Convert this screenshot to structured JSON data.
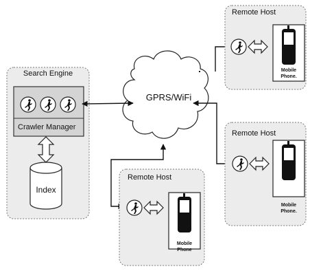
{
  "search_engine": {
    "title": "Search Engine",
    "crawler_manager": "Crawler Manager",
    "index": "Index"
  },
  "network": {
    "label": "GPRS/WiFi"
  },
  "remote_hosts": [
    {
      "title": "Remote Host",
      "phone_label": [
        "Mobile",
        "Phone."
      ]
    },
    {
      "title": "Remote Host",
      "phone_label": [
        "Mobile",
        "Phone."
      ]
    },
    {
      "title": "Remote Host",
      "phone_label": [
        "Mobile",
        "Phone"
      ]
    }
  ],
  "icons": {
    "crawler": "running-person-icon",
    "phone": "mobile-phone-icon",
    "data_transfer": "double-arrow-icon",
    "database": "cylinder-icon"
  }
}
